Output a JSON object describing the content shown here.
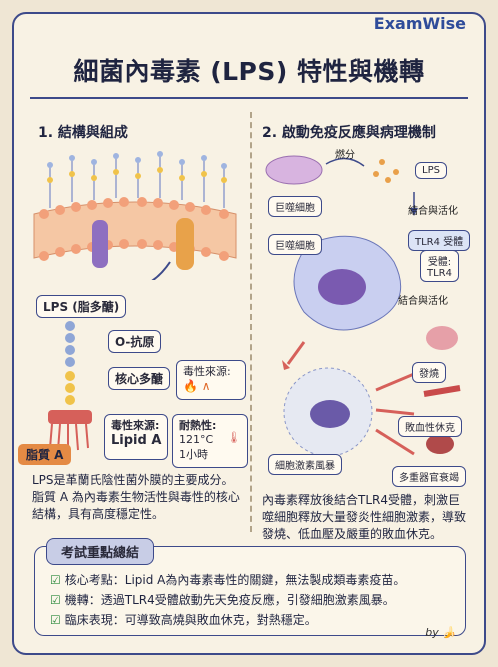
{
  "brand": "ExamWise",
  "title": "細菌內毒素 (LPS) 特性與機轉",
  "left": {
    "heading": "1. 結構與組成",
    "lps_label": "LPS (脂多醣)",
    "o_antigen": "O-抗原",
    "core": "核心多醣",
    "tox_source_title": "毒性來源:",
    "tox_source_main": "毒性來源:",
    "lipid_a": "Lipid A",
    "heat_title": "耐熱性:",
    "heat_temp": "121°C",
    "heat_time": "1小時",
    "lipid_a_tag": "脂質 A",
    "desc": "LPS是革蘭氏陰性菌外膜的主要成分。脂質 A 為內毒素生物活性與毒性的核心結構，具有高度穩定性。"
  },
  "right": {
    "heading": "2. 啟動免疫反應與病理機制",
    "burn": "燃分",
    "macrophage1": "巨噬細胞",
    "lps": "LPS",
    "bind1": "結合與活化",
    "macrophage2": "巨噬細胞",
    "tlr4": "TLR4 受體",
    "receptor": "受體:",
    "receptor_name": "TLR4",
    "bind2": "結合與活化",
    "fever": "發燒",
    "shock": "敗血性休克",
    "storm": "細胞激素風暴",
    "organ": "多重器官衰竭",
    "desc": "內毒素釋放後結合TLR4受體，刺激巨噬細胞釋放大量發炎性細胞激素，導致發燒、低血壓及嚴重的敗血休克。"
  },
  "summary": {
    "title": "考試重點總結",
    "items": [
      "核心考點：Lipid A為內毒素毒性的關鍵，無法製成類毒素疫苗。",
      "機轉：透過TLR4受體啟動先天免疫反應，引發細胞激素風暴。",
      "臨床表現：可導致高燒與敗血休克，對熱穩定。"
    ]
  },
  "byline": "by"
}
